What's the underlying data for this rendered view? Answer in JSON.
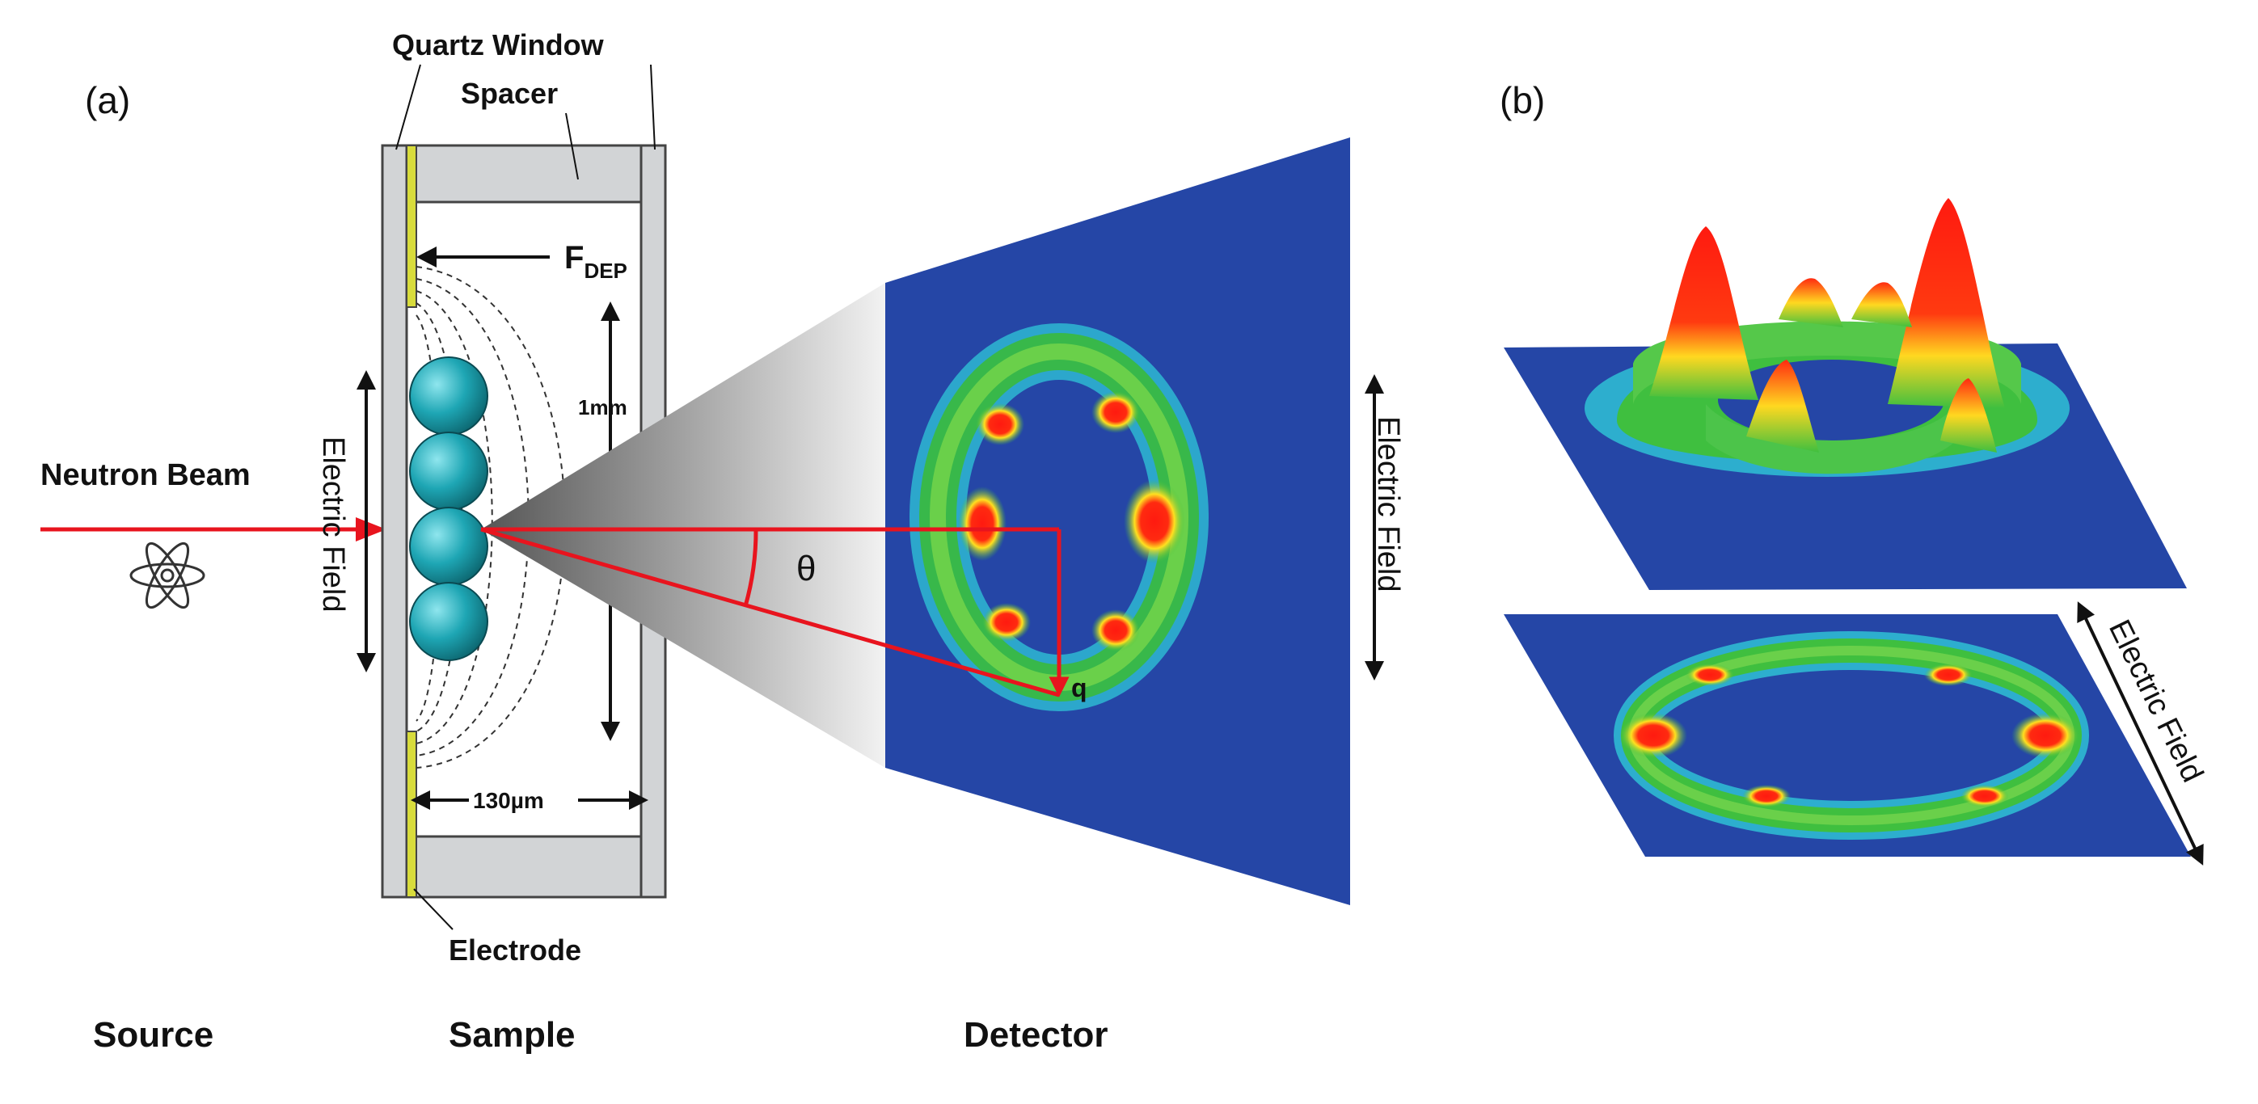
{
  "panel_a": {
    "panel_label": "(a)",
    "labels": {
      "quartz_window": "Quartz Window",
      "spacer": "Spacer",
      "force": "F",
      "force_sub": "DEP",
      "electric_field": "Electric Field",
      "neutron_beam": "Neutron Beam",
      "height_dim": "1mm",
      "width_dim": "130µm",
      "theta": "θ",
      "q": "q",
      "electrode": "Electrode"
    },
    "stages": {
      "source": "Source",
      "sample": "Sample",
      "detector": "Detector"
    }
  },
  "panel_b": {
    "panel_label": "(b)",
    "electric_field": "Electric Field"
  },
  "colors": {
    "beam": "#e8141e",
    "detector_bg": "#2546a6",
    "sphere": "#1ea6b4",
    "electrode": "#d8dc3c",
    "cell_gray": "#d2d4d6"
  }
}
